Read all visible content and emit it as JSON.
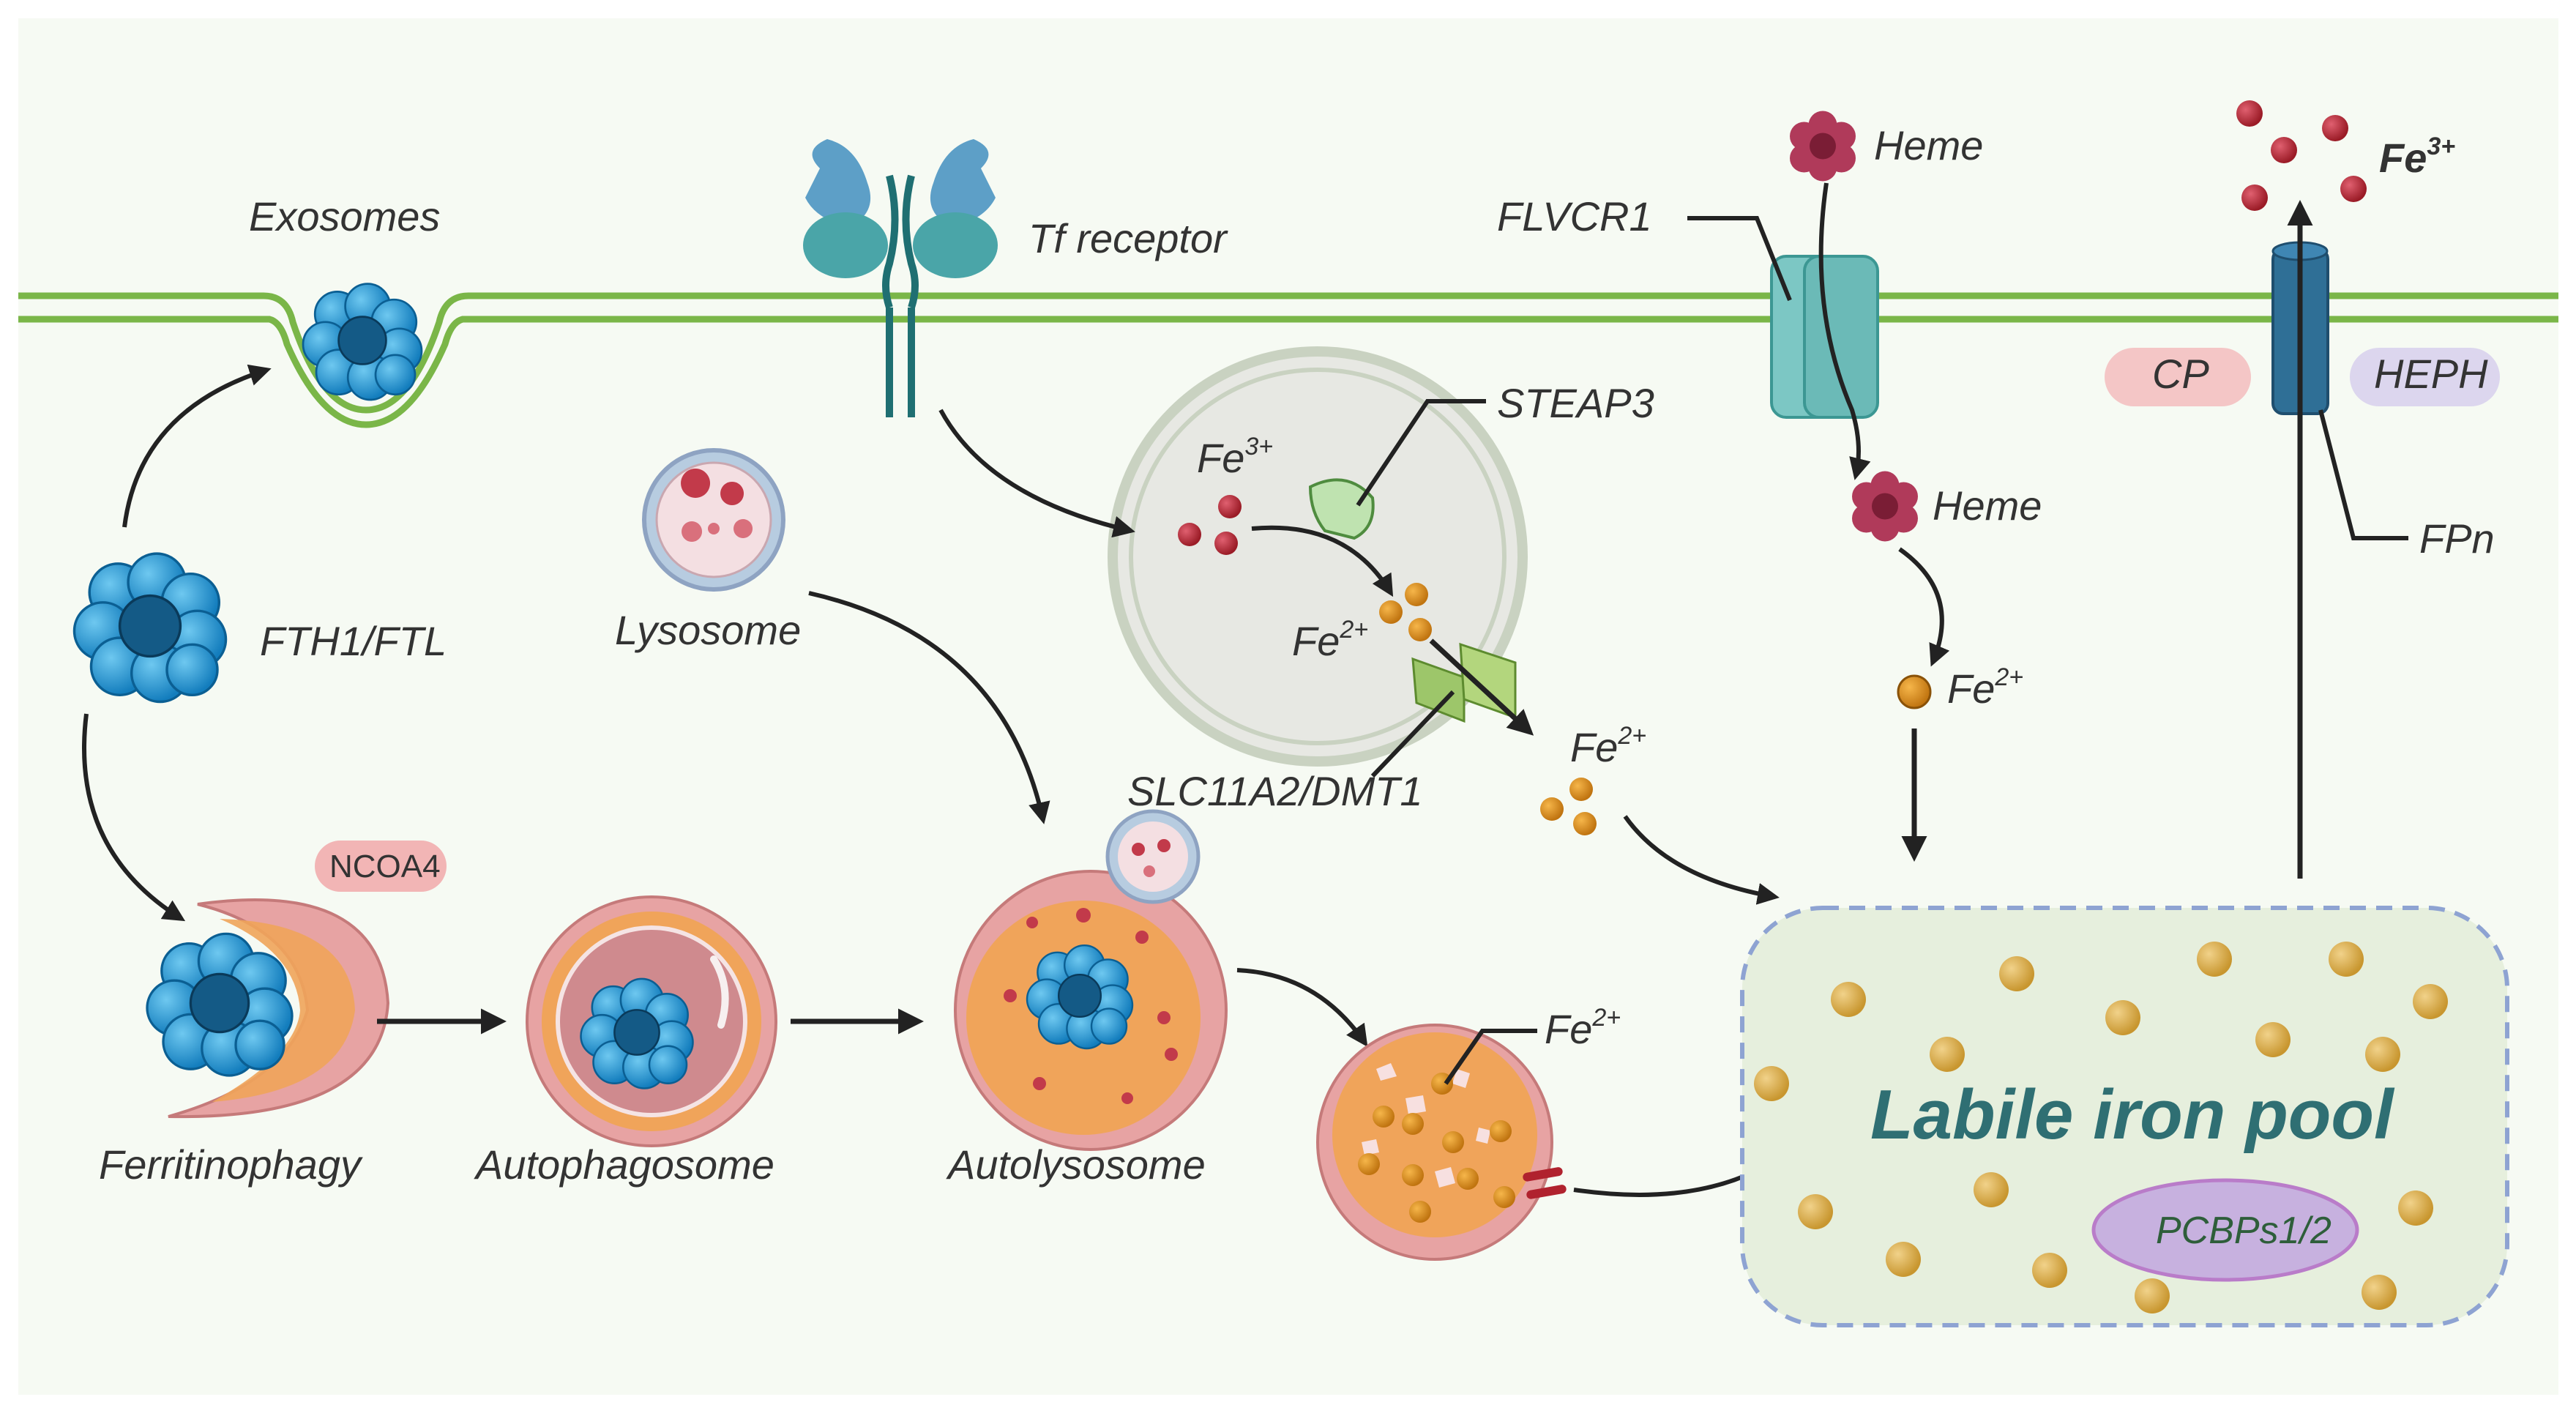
{
  "labels": {
    "exosomes": "Exosomes",
    "tf_receptor": "Tf receptor",
    "flvcr1": "FLVCR1",
    "heme_top": "Heme",
    "heme_mid": "Heme",
    "fe3_top": "Fe",
    "fe3_top_sup": "3+",
    "steap3": "STEAP3",
    "fe3_endo": "Fe",
    "fe3_endo_sup": "3+",
    "fe2_endo": "Fe",
    "fe2_endo_sup": "2+",
    "fe2_heme": "Fe",
    "fe2_heme_sup": "2+",
    "fe2_dmt1": "Fe",
    "fe2_dmt1_sup": "2+",
    "fe2_lyso": "Fe",
    "fe2_lyso_sup": "2+",
    "cp": "CP",
    "heph": "HEPH",
    "fpn": "FPn",
    "fth1_ftl": "FTH1/FTL",
    "lysosome": "Lysosome",
    "slc11a2": "SLC11A2/DMT1",
    "ncoa4": "NCOA4",
    "ferritinophagy": "Ferritinophagy",
    "autophagosome": "Autophagosome",
    "autolysosome": "Autolysosome",
    "labile_iron_pool": "Labile iron pool",
    "pcbps": "PCBPs1/2"
  },
  "colors": {
    "membrane": "#7ab648",
    "ferritin": "#1e90d0",
    "ferritin_core": "#145a86",
    "fe3": "#b0222e",
    "fe2": "#e0901a",
    "pool_fill": "#e6efdd",
    "pool_border": "#8ea3d2",
    "cp_badge": "#f4c6c6",
    "heph_badge": "#dcd6ee",
    "ncoa4_badge": "#f2b5b5",
    "pcbp_fill": "#c7b1df",
    "tf_receptor": "#4aa5a8",
    "fpn": "#2f6f96"
  }
}
